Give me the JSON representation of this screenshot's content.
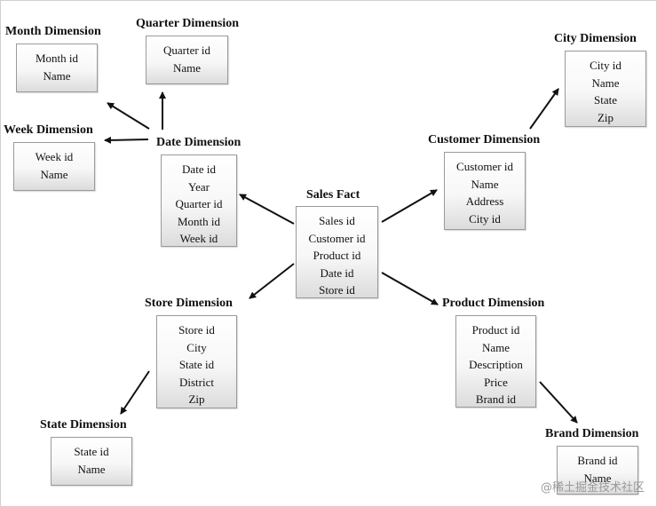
{
  "entities": {
    "month": {
      "title": "Month Dimension",
      "fields": [
        "Month id",
        "Name"
      ]
    },
    "quarter": {
      "title": "Quarter Dimension",
      "fields": [
        "Quarter id",
        "Name"
      ]
    },
    "week": {
      "title": "Week Dimension",
      "fields": [
        "Week id",
        "Name"
      ]
    },
    "date": {
      "title": "Date Dimension",
      "fields": [
        "Date id",
        "Year",
        "Quarter id",
        "Month id",
        "Week id"
      ]
    },
    "sales": {
      "title": "Sales Fact",
      "fields": [
        "Sales id",
        "Customer id",
        "Product id",
        "Date id",
        "Store id"
      ]
    },
    "customer": {
      "title": "Customer Dimension",
      "fields": [
        "Customer id",
        "Name",
        "Address",
        "City id"
      ]
    },
    "city": {
      "title": "City Dimension",
      "fields": [
        "City id",
        "Name",
        "State",
        "Zip"
      ]
    },
    "store": {
      "title": "Store Dimension",
      "fields": [
        "Store id",
        "City",
        "State id",
        "District",
        "Zip"
      ]
    },
    "state": {
      "title": "State Dimension",
      "fields": [
        "State id",
        "Name"
      ]
    },
    "product": {
      "title": "Product Dimension",
      "fields": [
        "Product id",
        "Name",
        "Description",
        "Price",
        "Brand id"
      ]
    },
    "brand": {
      "title": "Brand Dimension",
      "fields": [
        "Brand id",
        "Name"
      ]
    }
  },
  "relationships": [
    {
      "from": "date",
      "to": "month"
    },
    {
      "from": "date",
      "to": "quarter"
    },
    {
      "from": "date",
      "to": "week"
    },
    {
      "from": "sales",
      "to": "date"
    },
    {
      "from": "sales",
      "to": "customer"
    },
    {
      "from": "sales",
      "to": "store"
    },
    {
      "from": "sales",
      "to": "product"
    },
    {
      "from": "customer",
      "to": "city"
    },
    {
      "from": "store",
      "to": "state"
    },
    {
      "from": "product",
      "to": "brand"
    }
  ],
  "watermark": "@稀土掘金技术社区"
}
